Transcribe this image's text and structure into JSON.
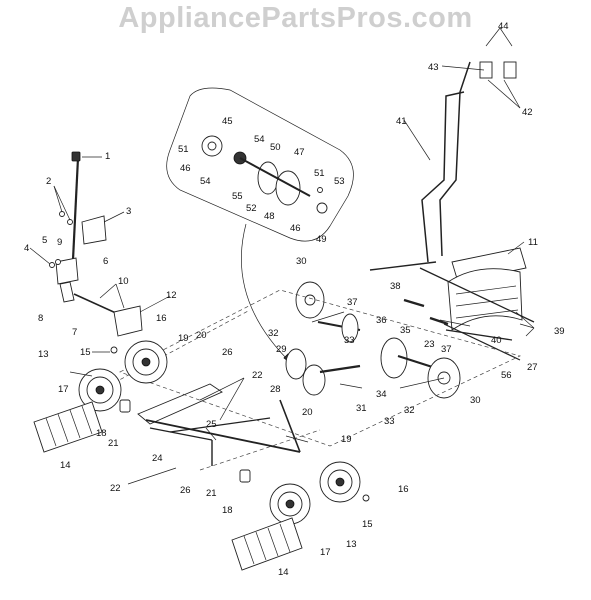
{
  "watermark": "AppliancePartsPros.com",
  "colors": {
    "ink": "#111111",
    "watermark": "#cfcfcf",
    "background": "#ffffff"
  },
  "callouts": [
    {
      "id": "c1",
      "text": "1"
    },
    {
      "id": "c2",
      "text": "2"
    },
    {
      "id": "c3",
      "text": "3"
    },
    {
      "id": "c4",
      "text": "4"
    },
    {
      "id": "c5",
      "text": "5"
    },
    {
      "id": "c9",
      "text": "9"
    },
    {
      "id": "c6",
      "text": "6"
    },
    {
      "id": "c8",
      "text": "8"
    },
    {
      "id": "c7",
      "text": "7"
    },
    {
      "id": "c10",
      "text": "10"
    },
    {
      "id": "c12",
      "text": "12"
    },
    {
      "id": "c16a",
      "text": "16"
    },
    {
      "id": "c20a",
      "text": "20"
    },
    {
      "id": "c19a",
      "text": "19"
    },
    {
      "id": "c26a",
      "text": "26"
    },
    {
      "id": "c15a",
      "text": "15"
    },
    {
      "id": "c13a",
      "text": "13"
    },
    {
      "id": "c17a",
      "text": "17"
    },
    {
      "id": "c22a",
      "text": "22"
    },
    {
      "id": "c18a",
      "text": "18"
    },
    {
      "id": "c21a",
      "text": "21"
    },
    {
      "id": "c14a",
      "text": "14"
    },
    {
      "id": "c25",
      "text": "25"
    },
    {
      "id": "c24",
      "text": "24"
    },
    {
      "id": "c22b",
      "text": "22"
    },
    {
      "id": "c26b",
      "text": "26"
    },
    {
      "id": "c21b",
      "text": "21"
    },
    {
      "id": "c18b",
      "text": "18"
    },
    {
      "id": "c14b",
      "text": "14"
    },
    {
      "id": "c17b",
      "text": "17"
    },
    {
      "id": "c13b",
      "text": "13"
    },
    {
      "id": "c15b",
      "text": "15"
    },
    {
      "id": "c16b",
      "text": "16"
    },
    {
      "id": "c19b",
      "text": "19"
    },
    {
      "id": "c20b",
      "text": "20"
    },
    {
      "id": "c28",
      "text": "28"
    },
    {
      "id": "c29",
      "text": "29"
    },
    {
      "id": "c30a",
      "text": "30"
    },
    {
      "id": "c32a",
      "text": "32"
    },
    {
      "id": "c33a",
      "text": "33"
    },
    {
      "id": "c31",
      "text": "31"
    },
    {
      "id": "c34",
      "text": "34"
    },
    {
      "id": "c33b",
      "text": "33"
    },
    {
      "id": "c32b",
      "text": "32"
    },
    {
      "id": "c30b",
      "text": "30"
    },
    {
      "id": "c56",
      "text": "56"
    },
    {
      "id": "c27",
      "text": "27"
    },
    {
      "id": "c37a",
      "text": "37"
    },
    {
      "id": "c38",
      "text": "38"
    },
    {
      "id": "c36",
      "text": "36"
    },
    {
      "id": "c35",
      "text": "35"
    },
    {
      "id": "c23",
      "text": "23"
    },
    {
      "id": "c37b",
      "text": "37"
    },
    {
      "id": "c40",
      "text": "40"
    },
    {
      "id": "c39",
      "text": "39"
    },
    {
      "id": "c11",
      "text": "11"
    },
    {
      "id": "c41",
      "text": "41"
    },
    {
      "id": "c43",
      "text": "43"
    },
    {
      "id": "c44",
      "text": "44"
    },
    {
      "id": "c42",
      "text": "42"
    },
    {
      "id": "c45",
      "text": "45"
    },
    {
      "id": "c51a",
      "text": "51"
    },
    {
      "id": "c54a",
      "text": "54"
    },
    {
      "id": "c50",
      "text": "50"
    },
    {
      "id": "c47",
      "text": "47"
    },
    {
      "id": "c46a",
      "text": "46"
    },
    {
      "id": "c54b",
      "text": "54"
    },
    {
      "id": "c55",
      "text": "55"
    },
    {
      "id": "c52",
      "text": "52"
    },
    {
      "id": "c48",
      "text": "48"
    },
    {
      "id": "c46b",
      "text": "46"
    },
    {
      "id": "c51b",
      "text": "51"
    },
    {
      "id": "c53",
      "text": "53"
    },
    {
      "id": "c49",
      "text": "49"
    }
  ]
}
